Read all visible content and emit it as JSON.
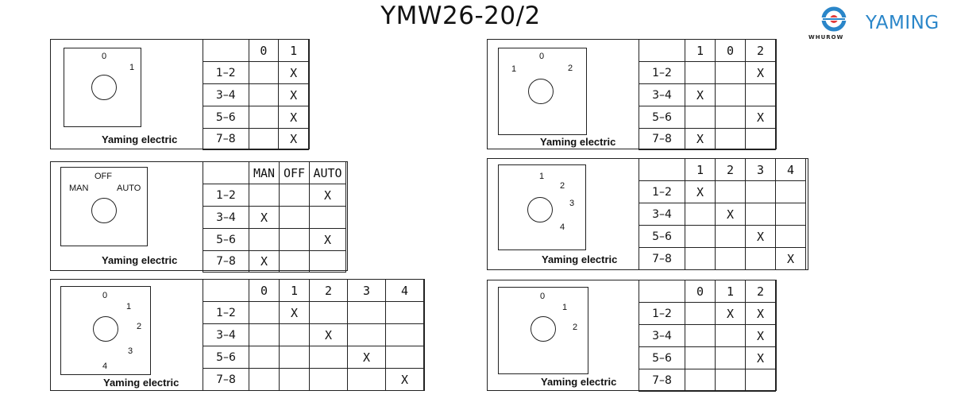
{
  "title": "YMW26-20/2",
  "logo": {
    "brand": "YAMING",
    "sub": "WHUROW"
  },
  "panels": [
    {
      "brand": "Yaming electric",
      "positions": [
        "0",
        "1"
      ],
      "headers": [
        "0",
        "1"
      ],
      "rows": [
        {
          "label": "1–2",
          "cells": [
            "",
            "X"
          ]
        },
        {
          "label": "3–4",
          "cells": [
            "",
            "X"
          ]
        },
        {
          "label": "5–6",
          "cells": [
            "",
            "X"
          ]
        },
        {
          "label": "7–8",
          "cells": [
            "",
            "X"
          ]
        }
      ]
    },
    {
      "brand": "Yaming electric",
      "positions": [
        "OFF",
        "MAN",
        "AUTO"
      ],
      "headers": [
        "MAN",
        "OFF",
        "AUTO"
      ],
      "rows": [
        {
          "label": "1–2",
          "cells": [
            "",
            "",
            "X"
          ]
        },
        {
          "label": "3–4",
          "cells": [
            "X",
            "",
            ""
          ]
        },
        {
          "label": "5–6",
          "cells": [
            "",
            "",
            "X"
          ]
        },
        {
          "label": "7–8",
          "cells": [
            "X",
            "",
            ""
          ]
        }
      ]
    },
    {
      "brand": "Yaming electric",
      "positions": [
        "0",
        "1",
        "2",
        "3",
        "4"
      ],
      "headers": [
        "0",
        "1",
        "2",
        "3",
        "4"
      ],
      "rows": [
        {
          "label": "1–2",
          "cells": [
            "",
            "X",
            "",
            "",
            ""
          ]
        },
        {
          "label": "3–4",
          "cells": [
            "",
            "",
            "X",
            "",
            ""
          ]
        },
        {
          "label": "5–6",
          "cells": [
            "",
            "",
            "",
            "X",
            ""
          ]
        },
        {
          "label": "7–8",
          "cells": [
            "",
            "",
            "",
            "",
            "X"
          ]
        }
      ]
    },
    {
      "brand": "Yaming electric",
      "positions": [
        "0",
        "1",
        "2"
      ],
      "headers": [
        "1",
        "0",
        "2"
      ],
      "rows": [
        {
          "label": "1–2",
          "cells": [
            "",
            "",
            "X"
          ]
        },
        {
          "label": "3–4",
          "cells": [
            "X",
            "",
            ""
          ]
        },
        {
          "label": "5–6",
          "cells": [
            "",
            "",
            "X"
          ]
        },
        {
          "label": "7–8",
          "cells": [
            "X",
            "",
            ""
          ]
        }
      ]
    },
    {
      "brand": "Yaming electric",
      "positions": [
        "1",
        "2",
        "3",
        "4"
      ],
      "headers": [
        "1",
        "2",
        "3",
        "4"
      ],
      "rows": [
        {
          "label": "1–2",
          "cells": [
            "X",
            "",
            "",
            ""
          ]
        },
        {
          "label": "3–4",
          "cells": [
            "",
            "X",
            "",
            ""
          ]
        },
        {
          "label": "5–6",
          "cells": [
            "",
            "",
            "X",
            ""
          ]
        },
        {
          "label": "7–8",
          "cells": [
            "",
            "",
            "",
            "X"
          ]
        }
      ]
    },
    {
      "brand": "Yaming electric",
      "positions": [
        "0",
        "1",
        "2"
      ],
      "headers": [
        "0",
        "1",
        "2"
      ],
      "rows": [
        {
          "label": "1–2",
          "cells": [
            "",
            "X",
            "X"
          ]
        },
        {
          "label": "3–4",
          "cells": [
            "",
            "",
            "X"
          ]
        },
        {
          "label": "5–6",
          "cells": [
            "",
            "",
            "X"
          ]
        },
        {
          "label": "7–8",
          "cells": [
            "",
            "",
            ""
          ]
        }
      ]
    }
  ]
}
